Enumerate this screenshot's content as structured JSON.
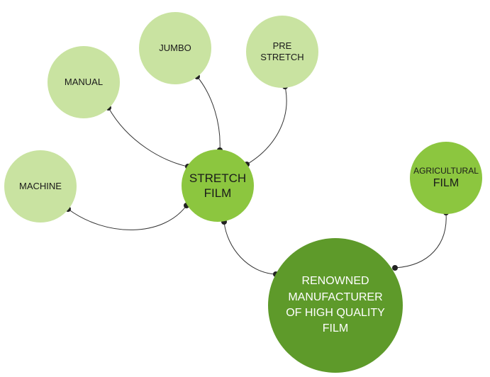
{
  "nodes": {
    "jumbo": "JUMBO",
    "pre_stretch_1": "PRE",
    "pre_stretch_2": "STRETCH",
    "manual": "MANUAL",
    "machine": "MACHINE",
    "stretch_film_1": "STRETCH",
    "stretch_film_2": "FILM",
    "agricultural_1": "AGRICULTURAL",
    "agricultural_2": "FILM",
    "renowned_1": "RENOWNED",
    "renowned_2": "MANUFACTURER",
    "renowned_3": "OF HIGH QUALITY",
    "renowned_4": "FILM"
  },
  "colors": {
    "light_green": "#c9e3a1",
    "mid_green": "#8cc63f",
    "dark_green": "#5e9a2a",
    "connector": "#333333"
  }
}
